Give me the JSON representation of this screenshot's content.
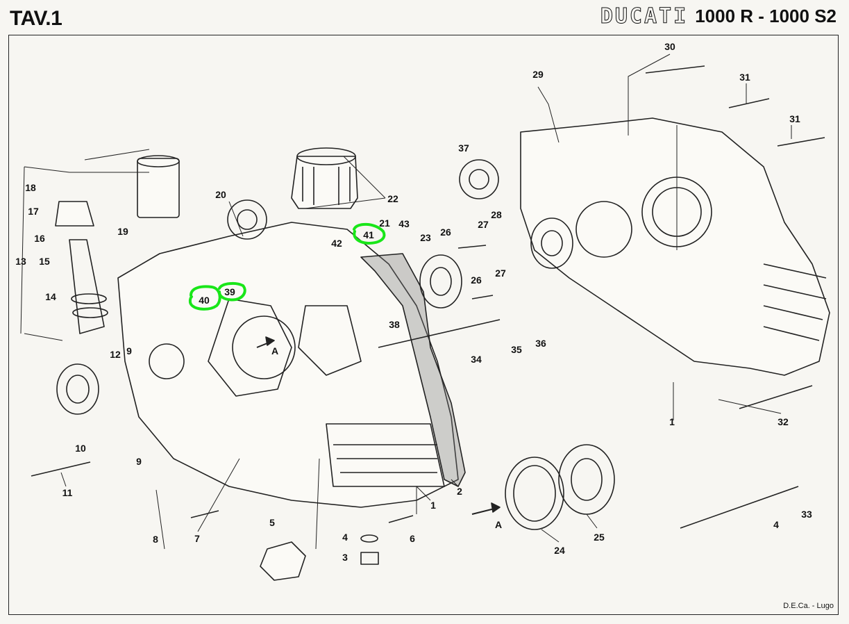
{
  "header": {
    "plate": "TAV.1",
    "brand": "DUCATI",
    "models": "1000 R - 1000 S2"
  },
  "credit": "D.E.Ca. - Lugo",
  "highlight_color": "#19e619",
  "highlighted_parts": [
    "39",
    "40",
    "41"
  ],
  "section_markers": [
    "A",
    "A"
  ],
  "part_labels": [
    "1",
    "1",
    "2",
    "3",
    "4",
    "4",
    "5",
    "6",
    "7",
    "8",
    "9",
    "9",
    "10",
    "11",
    "12",
    "13",
    "14",
    "15",
    "16",
    "17",
    "18",
    "19",
    "20",
    "21",
    "22",
    "23",
    "24",
    "25",
    "26",
    "26",
    "27",
    "27",
    "28",
    "29",
    "30",
    "31",
    "31",
    "32",
    "33",
    "34",
    "35",
    "36",
    "37",
    "38",
    "39",
    "40",
    "41",
    "42",
    "43"
  ]
}
